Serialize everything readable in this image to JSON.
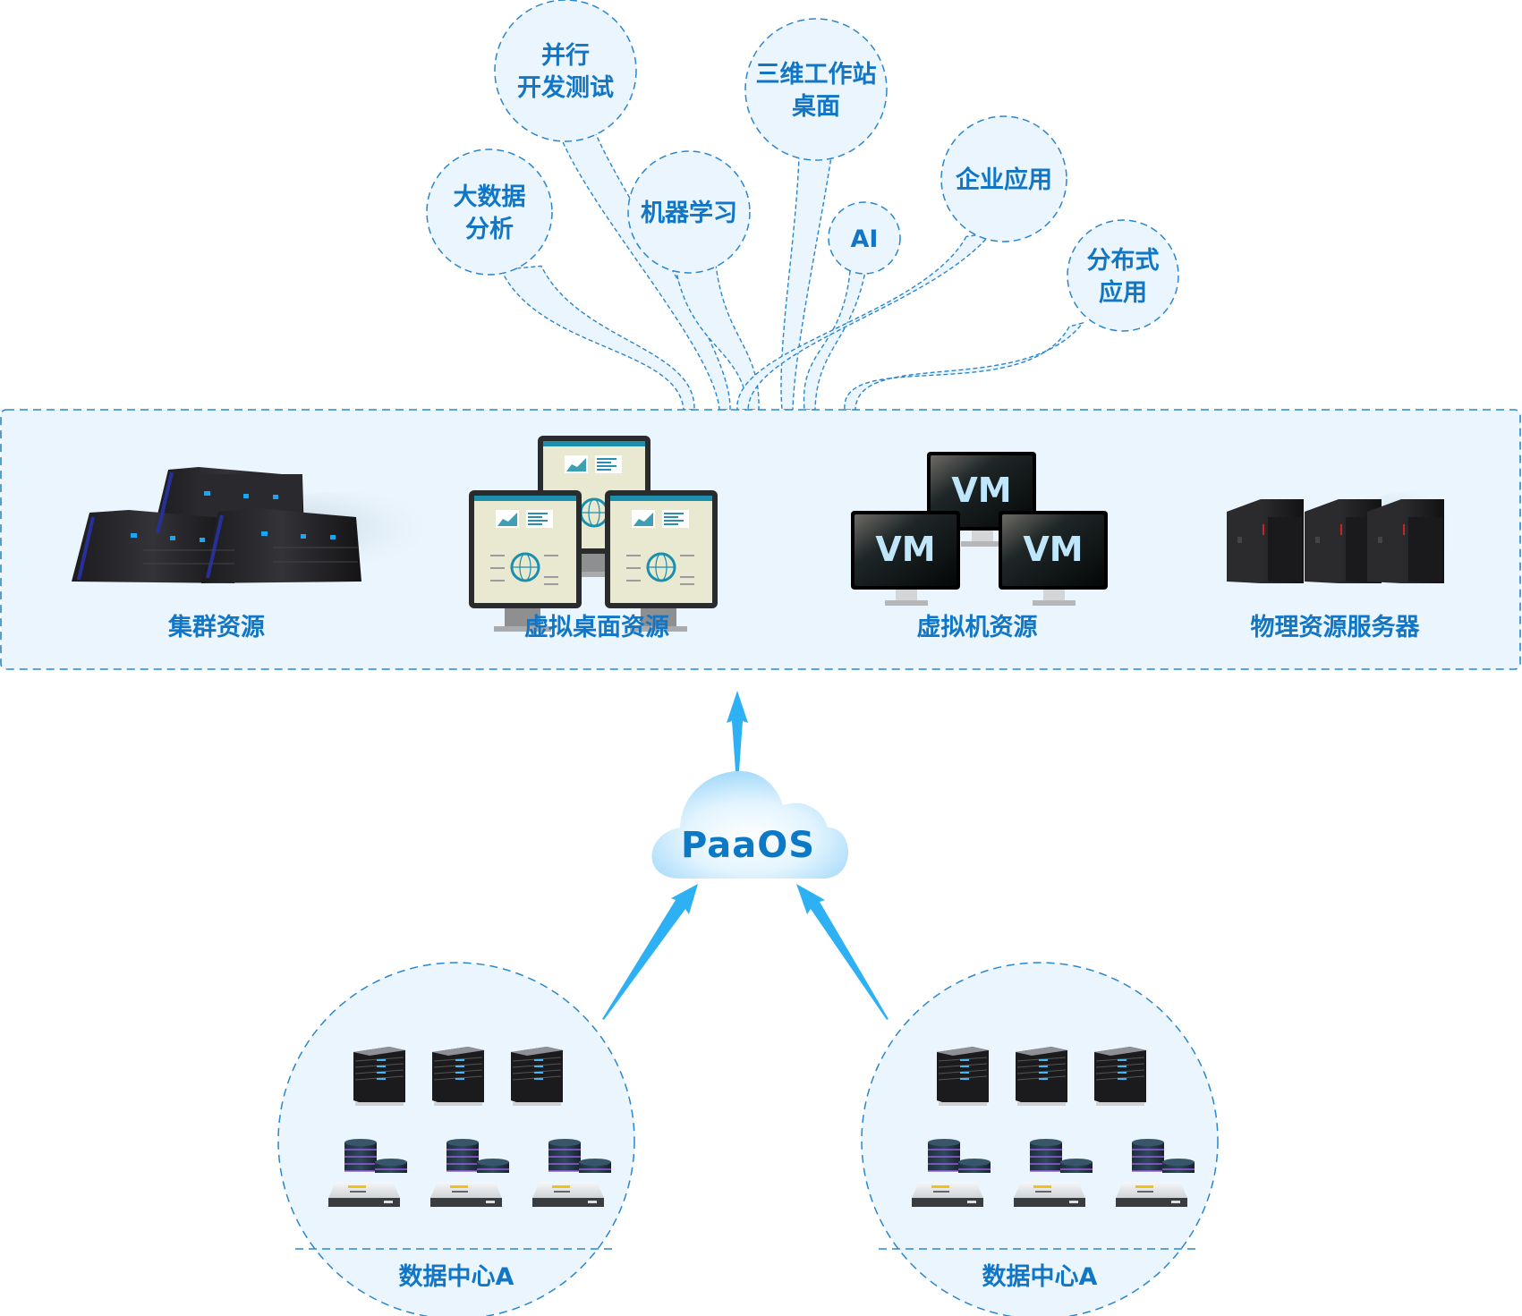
{
  "colors": {
    "accent_text": "#1176c5",
    "dashed_border": "#2a86cf",
    "panel_fill": "#eaf5fd",
    "arrow": "#2eb0f5",
    "cloud_edge": "#a8dcfa"
  },
  "use_cases": [
    {
      "id": "big-data",
      "lines": [
        "大数据",
        "分析"
      ]
    },
    {
      "id": "parallel-dev-test",
      "lines": [
        "并行",
        "开发测试"
      ]
    },
    {
      "id": "machine-learning",
      "lines": [
        "机器学习"
      ]
    },
    {
      "id": "3d-workstation-desktop",
      "lines": [
        "三维工作站",
        "桌面"
      ]
    },
    {
      "id": "ai",
      "lines": [
        "AI"
      ]
    },
    {
      "id": "enterprise-apps",
      "lines": [
        "企业应用"
      ]
    },
    {
      "id": "distributed-apps",
      "lines": [
        "分布式",
        "应用"
      ]
    }
  ],
  "resources": [
    {
      "id": "cluster",
      "label": "集群资源",
      "icon": "server-cluster-icon"
    },
    {
      "id": "virtual-desktop",
      "label": "虚拟桌面资源",
      "icon": "desktop-monitors-icon"
    },
    {
      "id": "virtual-machine",
      "label": "虚拟机资源",
      "icon": "vm-monitors-icon",
      "screen_text": "VM"
    },
    {
      "id": "physical-server",
      "label": "物理资源服务器",
      "icon": "tower-servers-icon"
    }
  ],
  "platform": {
    "label": "PaaOS",
    "icon": "cloud-icon"
  },
  "datacenters": [
    {
      "id": "dc-left",
      "label": "数据中心A",
      "servers": 3,
      "storage_units": 3
    },
    {
      "id": "dc-right",
      "label": "数据中心A",
      "servers": 3,
      "storage_units": 3
    }
  ]
}
